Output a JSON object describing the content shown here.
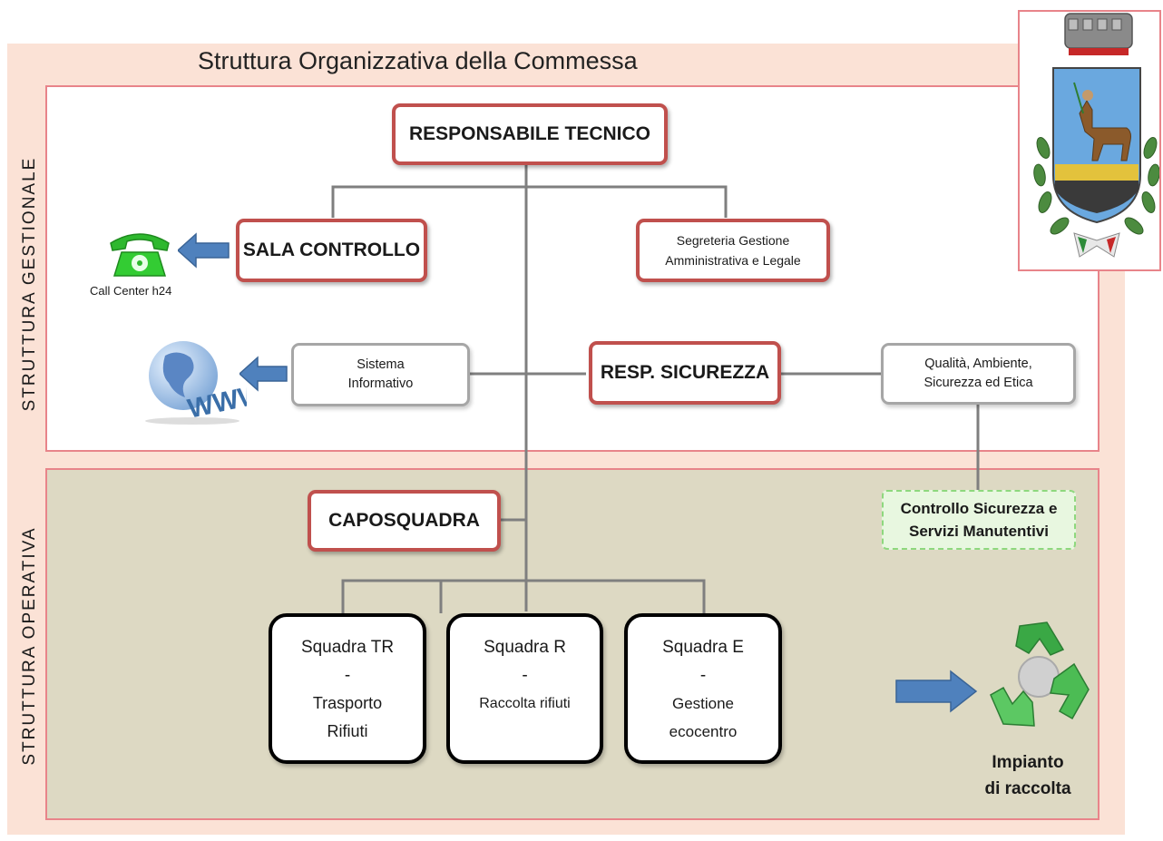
{
  "title": "Struttura Organizzativa della Commessa",
  "sections": {
    "gestionale": "STRUTTURA GESTIONALE",
    "operativa": "STRUTTURA OPERATIVA"
  },
  "nodes": {
    "responsabile_tecnico": "RESPONSABILE TECNICO",
    "sala_controllo": "SALA CONTROLLO",
    "segreteria_line1": "Segreteria Gestione",
    "segreteria_line2": "Amministrativa  e Legale",
    "sistema_line1": "Sistema",
    "sistema_line2": "Informativo",
    "resp_sicurezza": "RESP. SICUREZZA",
    "qualita_line1": "Qualità, Ambiente,",
    "qualita_line2": "Sicurezza ed Etica",
    "controllo_line1": "Controllo  Sicurezza e",
    "controllo_line2": "Servizi Manutentivi",
    "caposquadra": "CAPOSQUADRA"
  },
  "teams": [
    {
      "name": "Squadra TR",
      "dash": "-",
      "desc_line1": "Trasporto",
      "desc_line2": "Rifiuti"
    },
    {
      "name": "Squadra R",
      "dash": "-",
      "desc_line1": "Raccolta rifiuti",
      "desc_line2": ""
    },
    {
      "name": "Squadra E",
      "dash": "-",
      "desc_line1": "Gestione",
      "desc_line2": "ecocentro"
    }
  ],
  "side_items": {
    "call_center": "Call Center h24",
    "www": "WWW",
    "impianto_line1": "Impianto",
    "impianto_line2": "di raccolta"
  },
  "colors": {
    "outer_bg": "#fbe2d6",
    "section_border": "#e8848a",
    "red_box_border": "#c0504d",
    "operativa_bg": "#ddd9c3",
    "arrow": "#4f81bd",
    "phone": "#2eb82e",
    "recycle": "#4caf50"
  },
  "icons": [
    "phone-icon",
    "globe-www-icon",
    "recycle-icon",
    "coat-of-arms-emblem",
    "arrow-left-icon",
    "arrow-right-icon"
  ]
}
